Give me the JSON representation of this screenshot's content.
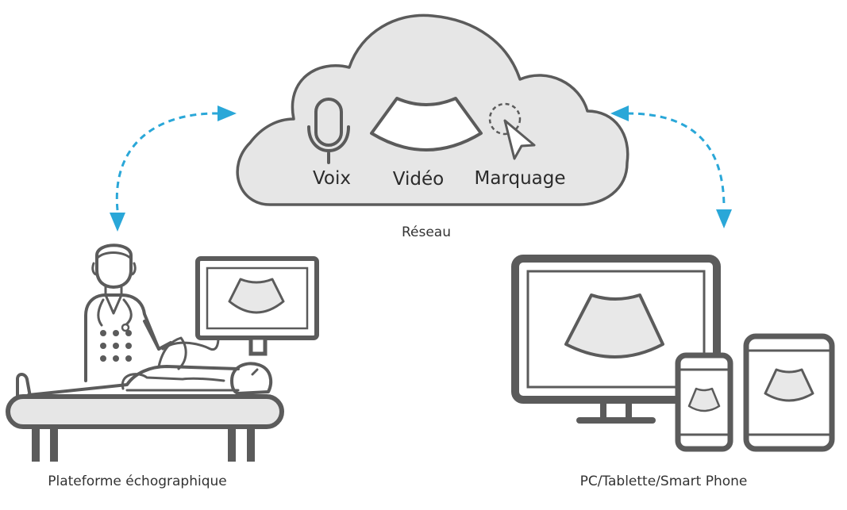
{
  "cloud": {
    "voice_label": "Voix",
    "video_label": "Vidéo",
    "marking_label": "Marquage",
    "network_label": "Réseau"
  },
  "left": {
    "label": "Plateforme échographique"
  },
  "right": {
    "label": "PC/Tablette/Smart Phone"
  },
  "colors": {
    "arrow": "#2aa7d8",
    "cloud_fill": "#e6e6e6",
    "outline": "#5b5b5b",
    "screen_fill": "#e8e8e8"
  }
}
